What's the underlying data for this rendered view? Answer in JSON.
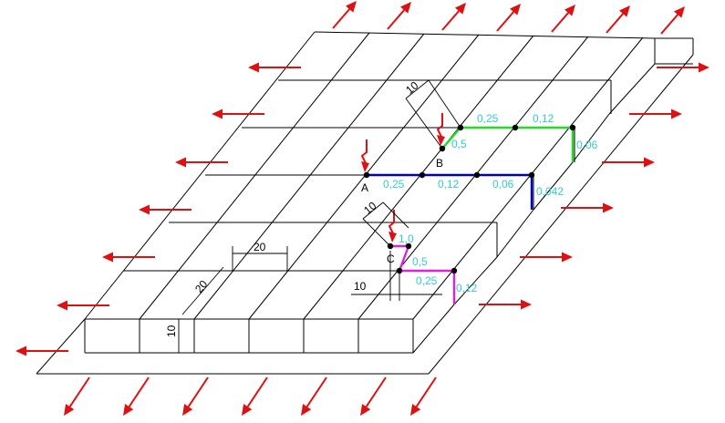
{
  "colors": {
    "force": "#dd1111",
    "grid": "#000000",
    "path_b": "#22dd22",
    "path_a": "#0000bb",
    "path_c": "#dd22dd",
    "values": "#33cccc",
    "node": "#000000"
  },
  "points": {
    "a": "A",
    "b": "B",
    "c": "C"
  },
  "path_b_values": [
    "0,25",
    "0,12",
    "0,5",
    "0,06"
  ],
  "path_a_values": [
    "0,25",
    "0,12",
    "0,06",
    "0,042"
  ],
  "path_c_values": [
    "1,0",
    "0,5",
    "0,25",
    "0,12"
  ],
  "dimensions": {
    "slab_thickness": "10",
    "grid_spacing_depth": "20",
    "grid_spacing_width": "20",
    "crack_width_b": "10",
    "crack_width_c": "10",
    "offset_c": "10"
  }
}
